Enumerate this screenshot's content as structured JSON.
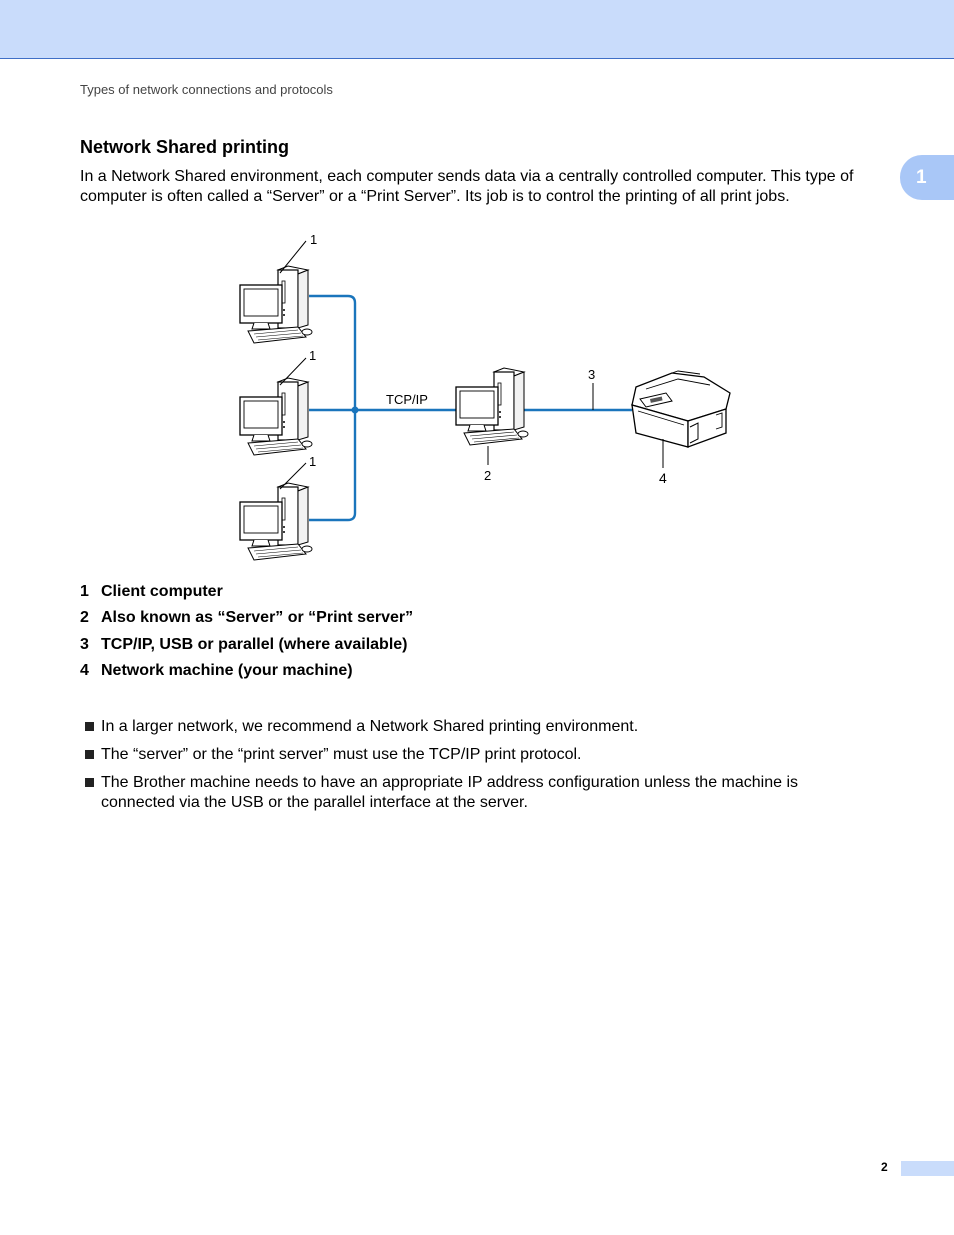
{
  "header": {
    "running_head": "Types of network connections and protocols",
    "chapter_tab": "1"
  },
  "section": {
    "title": "Network Shared printing",
    "intro": "In a Network Shared environment, each computer sends data via a centrally controlled computer. This type of computer is often called a “Server” or a “Print Server”. Its job is to control the printing of all print jobs."
  },
  "diagram": {
    "link_label": "TCP/IP",
    "callout_client_1": "1",
    "callout_client_2": "1",
    "callout_client_3": "1",
    "callout_server": "2",
    "callout_connection": "3",
    "callout_machine": "4",
    "line_color": "#1a75bc"
  },
  "callouts": [
    {
      "num": "1",
      "text": "Client computer"
    },
    {
      "num": "2",
      "text": "Also known as “Server” or “Print server”"
    },
    {
      "num": "3",
      "text": "TCP/IP, USB or parallel (where available)"
    },
    {
      "num": "4",
      "text": "Network machine (your machine)"
    }
  ],
  "bullets": [
    "In a larger network, we recommend a Network Shared printing environment.",
    "The “server” or the “print server” must use the TCP/IP print protocol.",
    "The Brother machine needs to have an appropriate IP address configuration unless the machine is connected via the USB or the parallel interface at the server."
  ],
  "footer": {
    "page_number": "2"
  }
}
